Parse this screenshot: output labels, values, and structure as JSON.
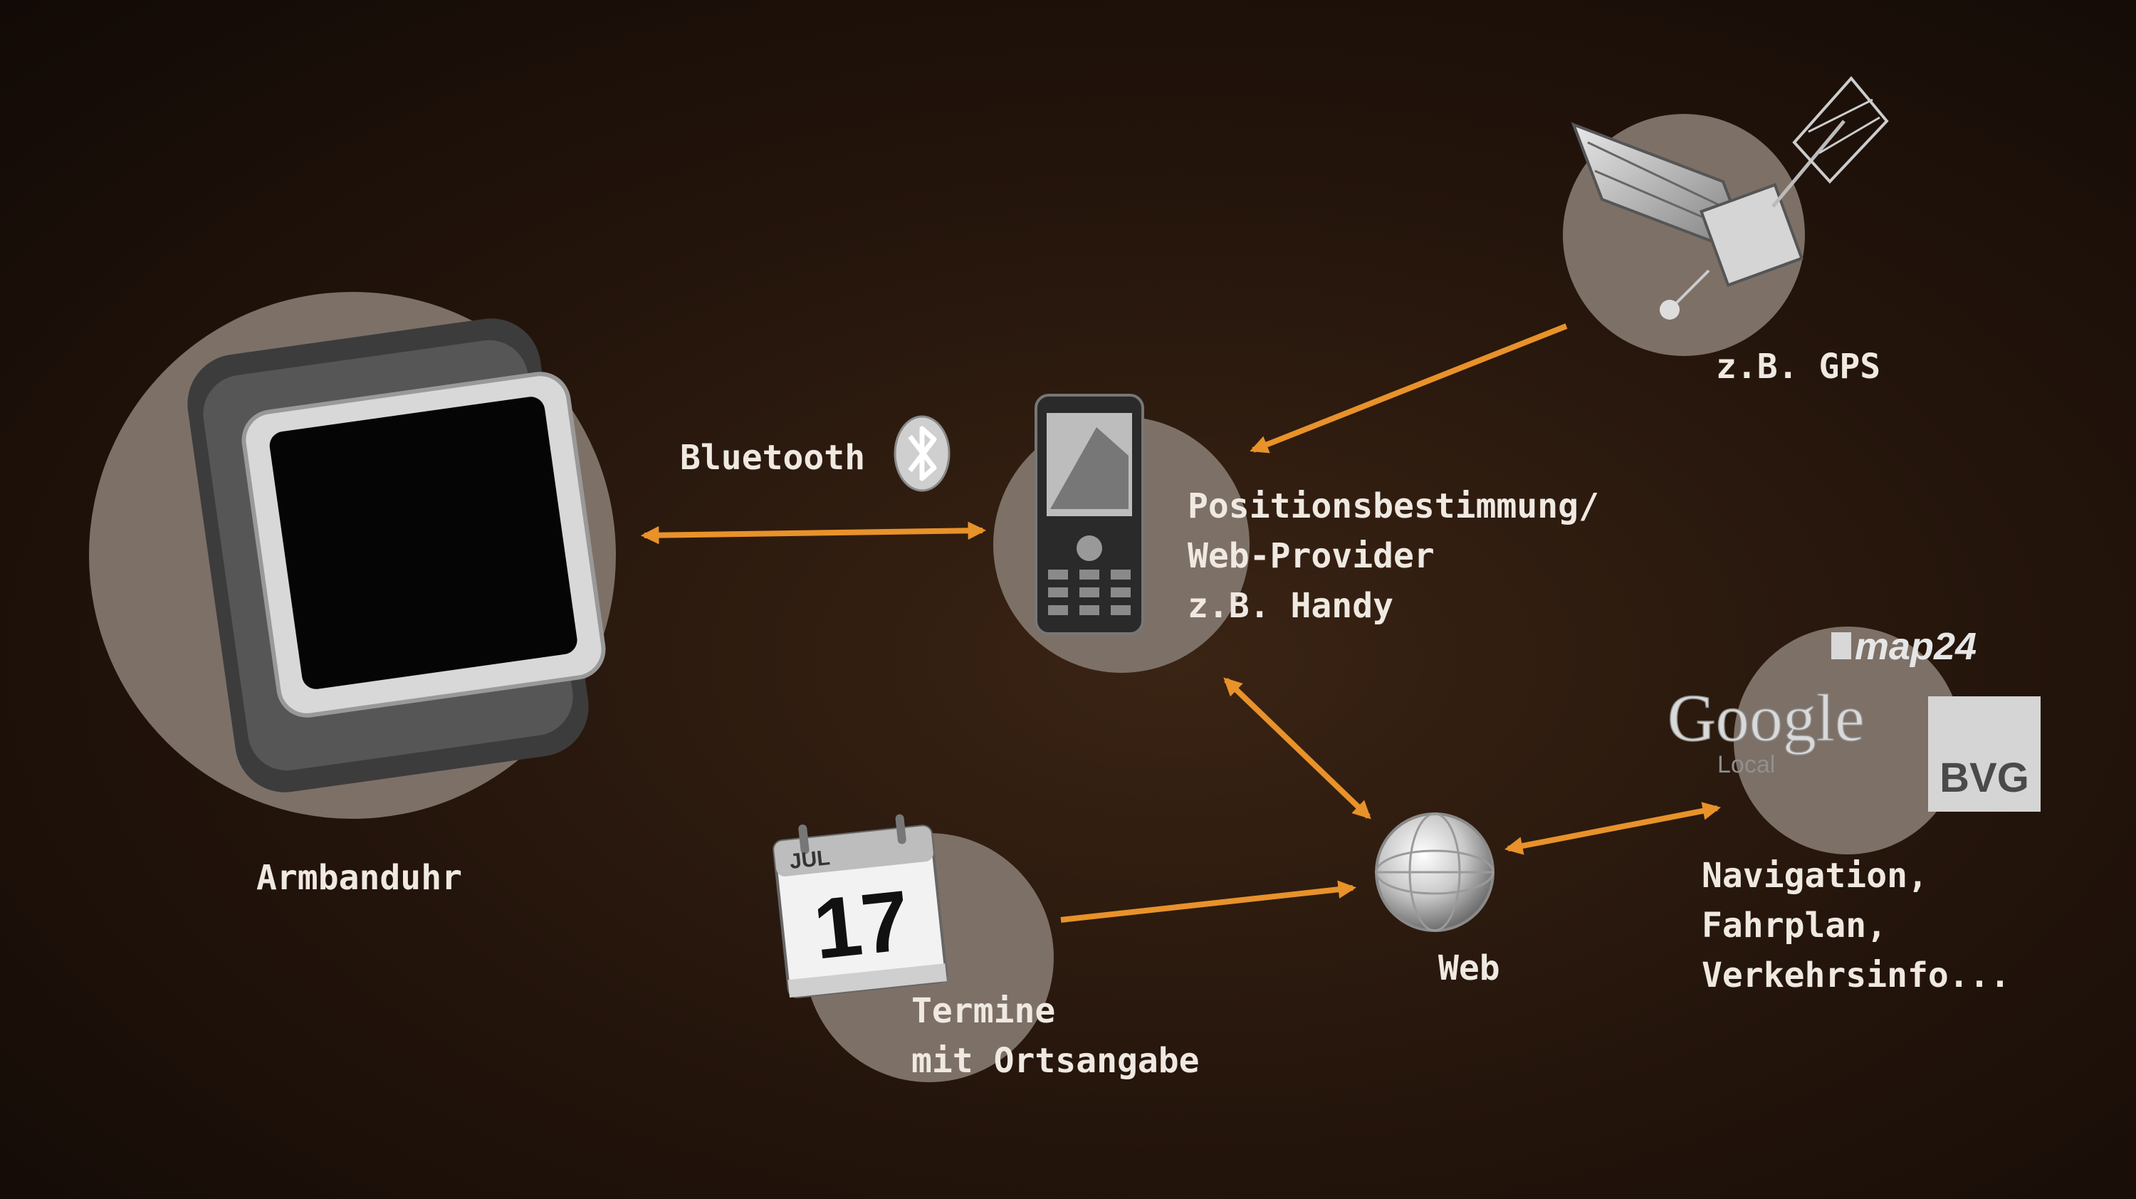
{
  "labels": {
    "watch": "Armbanduhr",
    "bluetooth": "Bluetooth",
    "phone_line1": "Positionsbestimmung/",
    "phone_line2": "Web-Provider",
    "phone_line3": "z.B. Handy",
    "gps": "z.B. GPS",
    "web": "Web",
    "calendar_line1": "Termine",
    "calendar_line2": "mit Ortsangabe",
    "services_line1": "Navigation,",
    "services_line2": "Fahrplan,",
    "services_line3": "Verkehrsinfo..."
  },
  "logos": {
    "map24": "map24",
    "google": "Google",
    "google_sub": "Local",
    "bvg": "BVG",
    "calendar_month": "JUL",
    "calendar_day": "17"
  },
  "colors": {
    "arrow": "#e8922a",
    "circle": "#7d7067",
    "text": "#efe9e2"
  },
  "icons": [
    "wristwatch-icon",
    "bluetooth-icon",
    "mobile-phone-icon",
    "satellite-icon",
    "globe-icon",
    "calendar-icon"
  ]
}
